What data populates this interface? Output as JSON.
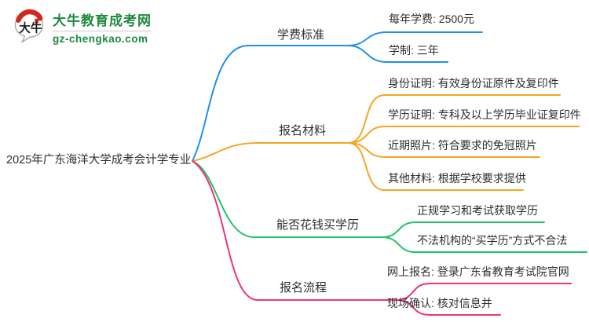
{
  "logo": {
    "icon_text": "大牛",
    "site_name": "大牛教育成考网",
    "site_url": "gz-chengkao.com"
  },
  "colors": {
    "blue": "#2090F2",
    "orange": "#F5A623",
    "green": "#22C36B",
    "pink": "#F03280",
    "logo_green": "#1E8A3F",
    "logo_red": "#D4261F",
    "text": "#2F2F2F"
  },
  "mindmap": {
    "central_topic": "2025年广东海洋大学成考会计学专业",
    "branches": [
      {
        "label": "学费标准",
        "color": "#2090F2",
        "children": [
          "每年学费: 2500元",
          "学制: 三年"
        ]
      },
      {
        "label": "报名材料",
        "color": "#F5A623",
        "children": [
          "身份证明: 有效身份证原件及复印件",
          "学历证明: 专科及以上学历毕业证复印件",
          "近期照片: 符合要求的免冠照片",
          "其他材料: 根据学校要求提供"
        ]
      },
      {
        "label": "能否花钱买学历",
        "color": "#22C36B",
        "children": [
          "正规学习和考试获取学历",
          "不法机构的“买学历”方式不合法"
        ]
      },
      {
        "label": "报名流程",
        "color": "#F03280",
        "children": [
          "网上报名: 登录广东省教育考试院官网",
          "现场确认: 核对信息并"
        ]
      }
    ]
  }
}
